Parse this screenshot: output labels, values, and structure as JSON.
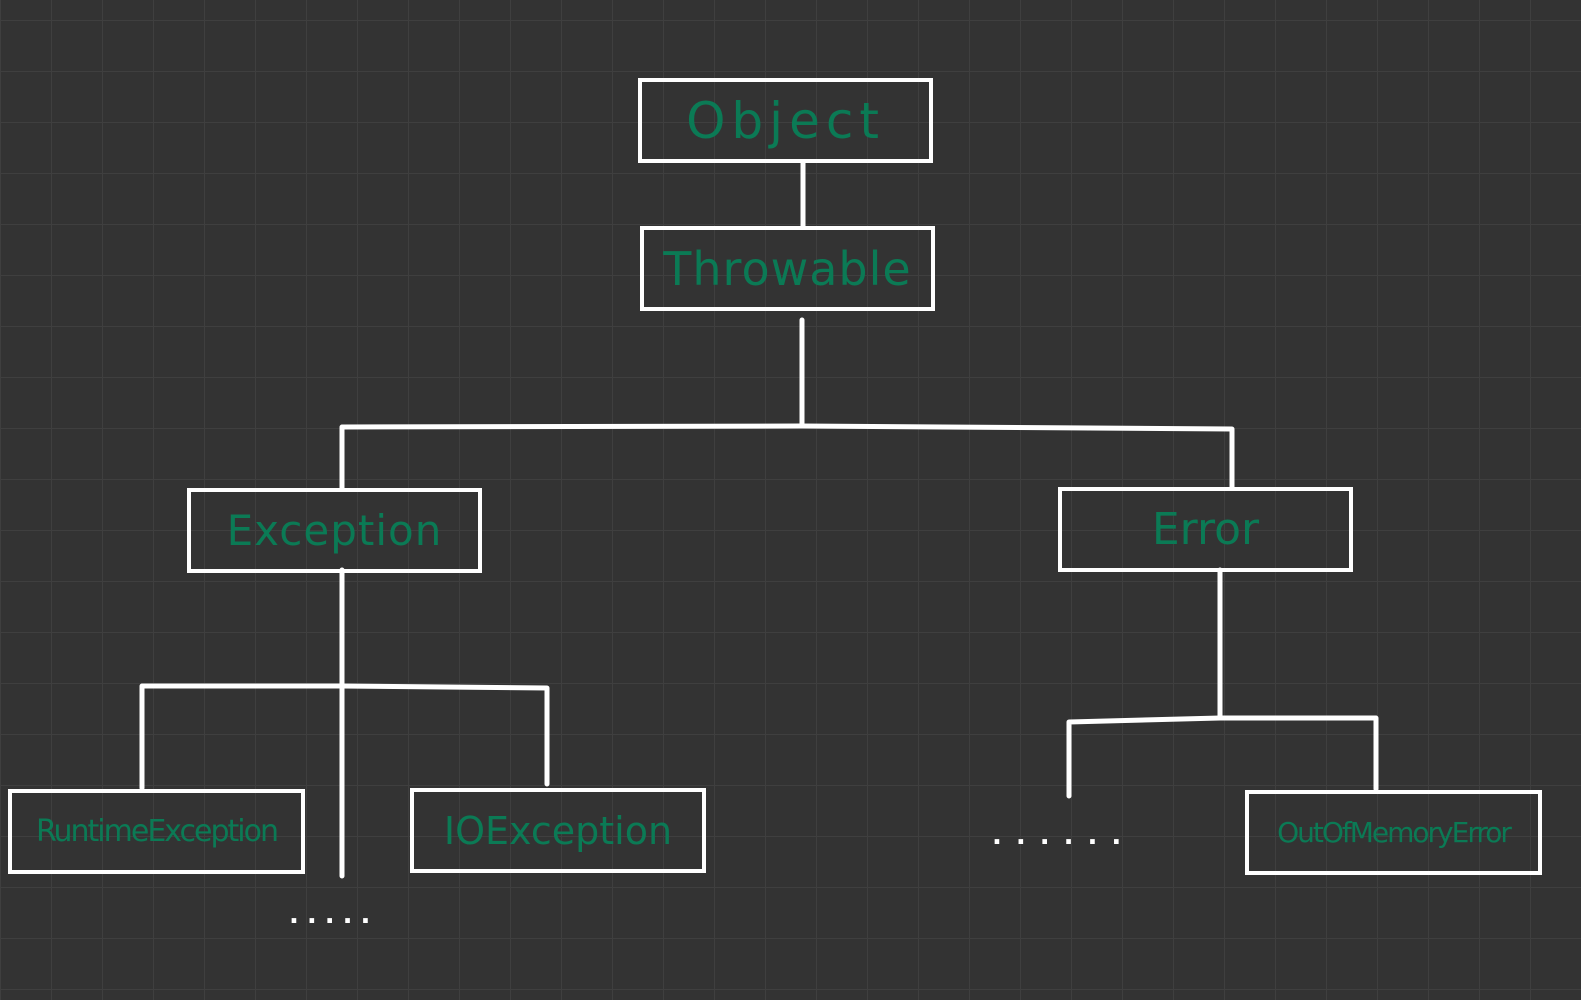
{
  "colors": {
    "background": "#333333",
    "grid": "#3f3f3f",
    "stroke": "#ffffff",
    "label": "#0b7a55"
  },
  "nodes": {
    "object": "Object",
    "throwable": "Throwable",
    "exception": "Exception",
    "error": "Error",
    "runtime_exception": "RuntimeException",
    "io_exception": "IOException",
    "out_of_memory_error": "OutOfMemoryError"
  },
  "ellipses": {
    "exception_more": ".....",
    "error_more": "......"
  }
}
